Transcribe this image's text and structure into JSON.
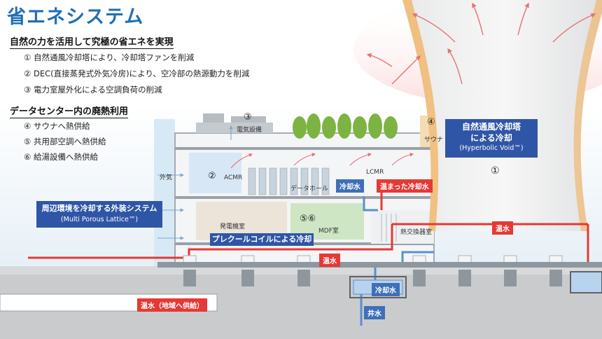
{
  "title": "省エネシステム",
  "section1": {
    "heading": "自然の力を活用して究極の省エネを実現",
    "items": [
      "① 自然通風冷却塔により、冷却塔ファンを削減",
      "② DEC(直接蒸発式外気冷房)により、空冷部の熱源動力を削減",
      "③ 電力室屋外化による空調負荷の削減"
    ]
  },
  "section2": {
    "heading": "データセンター内の廃熱利用",
    "items": [
      "④ サウナへ熱供給",
      "⑤ 共用部空調へ熱供給",
      "⑥ 給湯設備へ熱供給"
    ]
  },
  "labels": {
    "electric": "電気設備",
    "electric_num": "③",
    "outside_air": "外気",
    "acmr": "ACMR",
    "acmr_num": "②",
    "datahall": "データホール",
    "lcmr": "LCMR",
    "generator": "発電機室",
    "mdf": "MDF室",
    "mdf_num": "⑤⑥",
    "sauna": "サウナ",
    "sauna_num": "④",
    "heat_exchanger": "熱交換器室",
    "tower_num": "①"
  },
  "boxes": {
    "tower_line1": "自然通風冷却塔",
    "tower_line2": "による冷却",
    "tower_line3": "(Hyperbolic Void™)",
    "facade_line1": "周辺環境を冷却する外装システム",
    "facade_line2": "(Multi Porous Lattice™)",
    "precool": "プレクールコイルによる冷却"
  },
  "tags": {
    "cooling_water_1": "冷却水",
    "warm_cooling_water": "温まった冷却水",
    "hot_water_right": "温水",
    "hot_water_mid": "温水",
    "cooling_water_2": "冷却水",
    "well_water": "井水",
    "hot_water_supply": "温水（地域へ供給）"
  },
  "colors": {
    "accent_blue": "#2f56a6",
    "title_blue": "#1f6fb5",
    "hot_red": "#e53935",
    "tower_orange": "#f2b15e"
  }
}
